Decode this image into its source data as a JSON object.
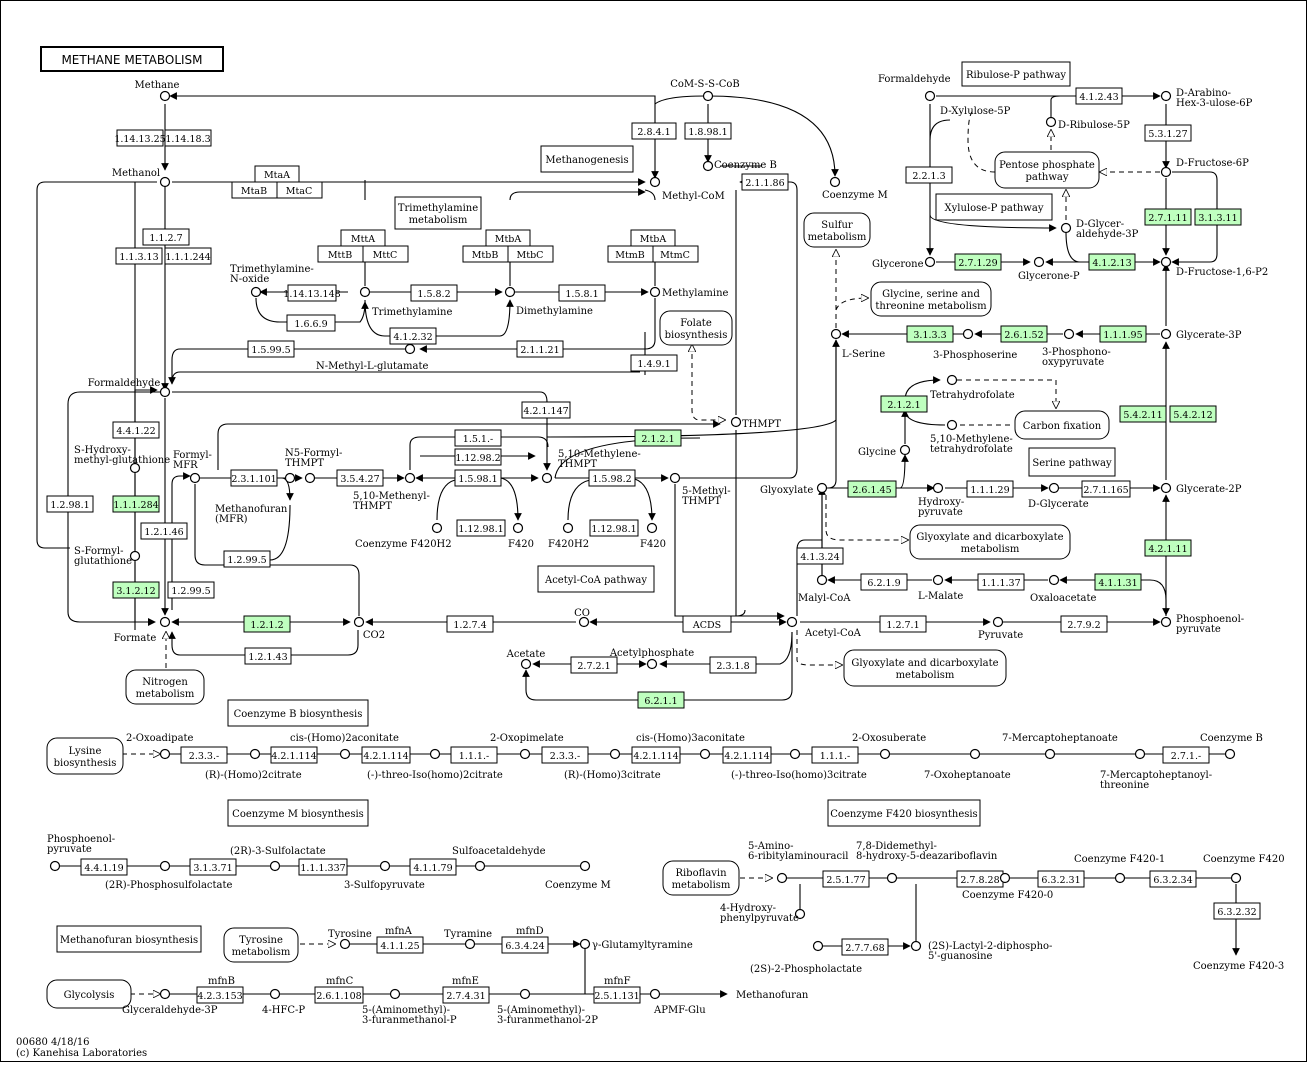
{
  "title": "METHANE METABOLISM",
  "footer": [
    "00680 4/18/16",
    "(c) Kanehisa Laboratories"
  ],
  "compounds": {
    "methane": "Methane",
    "methanol": "Methanol",
    "formaldehyde_l": "Formaldehyde",
    "formate": "Formate",
    "co2": "CO2",
    "com_s_s_cob": "CoM-S-S-CoB",
    "coenzyme_b": "Coenzyme B",
    "coenzyme_m": "Coenzyme M",
    "methyl_com": "Methyl-CoM",
    "trimethylamine_n_oxide": "Trimethylamine-N-oxide",
    "trimethylamine": "Trimethylamine",
    "dimethylamine": "Dimethylamine",
    "methylamine": "Methylamine",
    "n_methyl_l_glutamate": "N-Methyl-L-glutamate",
    "s_hydroxymethyl_glutathione": "S-Hydroxy-methyl-glutathione",
    "s_formyl_glutathione": "S-Formyl-glutathione",
    "formyl_mfr": "Formyl-MFR",
    "methanofuran_mfr": "Methanofuran (MFR)",
    "n5_formyl_thmpt": "N5-Formyl-THMPT",
    "methenyl_thmpt": "5,10-Methenyl-THMPT",
    "methylene_thmpt": "5,10-Methylene-THMPT",
    "methyl_thmpt": "5-Methyl-THMPT",
    "thmpt": "THMPT",
    "coenzyme_f420h2": "Coenzyme F420H2",
    "f420_a": "F420",
    "f420h2": "F420H2",
    "f420_b": "F420",
    "co": "CO",
    "acetate": "Acetate",
    "acetylphosphate": "Acetylphosphate",
    "acetyl_coa": "Acetyl-CoA",
    "malyl_coa": "Malyl-CoA",
    "l_malate": "L-Malate",
    "oxaloacetate": "Oxaloacetate",
    "pyruvate": "Pyruvate",
    "phosphoenolpyruvate": "Phosphoenol-pyruvate",
    "glyoxylate": "Glyoxylate",
    "hydroxypyruvate": "Hydroxy-pyruvate",
    "d_glycerate": "D-Glycerate",
    "glycerate_2p": "Glycerate-2P",
    "glycerate_3p": "Glycerate-3P",
    "phosphohydroxypyruvate": "3-Phosphono-oxypyruvate",
    "phosphoserine": "3-Phosphoserine",
    "l_serine": "L-Serine",
    "glycine": "Glycine",
    "tetrahydrofolate": "Tetrahydrofolate",
    "methylene_thf": "5,10-Methylene-tetrahydrofolate",
    "formaldehyde_r": "Formaldehyde",
    "d_xylulose_5p": "D-Xylulose-5P",
    "d_ribulose_5p": "D-Ribulose-5P",
    "d_arabino_hex": "D-Arabino-Hex-3-ulose-6P",
    "d_fructose_6p": "D-Fructose-6P",
    "d_fructose_16p2": "D-Fructose-1,6-P2",
    "glycerone": "Glycerone",
    "glycerone_p": "Glycerone-P",
    "d_glyceraldehyde_3p": "D-Glycer-aldehyde-3P"
  },
  "enzymes": {
    "e1": "1.14.13.25",
    "e2": "1.14.18.3",
    "e3": "2.8.4.1",
    "e4": "1.8.98.1",
    "e5": "2.1.1.86",
    "e6": "1.1.2.7",
    "e7": "1.1.3.13",
    "e8": "1.1.1.244",
    "e9": "1.14.13.148",
    "e10": "1.5.8.2",
    "e11": "1.5.8.1",
    "e12": "1.6.6.9",
    "e13": "4.1.2.32",
    "e14": "1.5.99.5",
    "e15": "2.1.1.21",
    "e16": "1.4.9.1",
    "e17": "4.4.1.22",
    "e18": "1.1.1.284",
    "e19": "3.1.2.12",
    "e20": "1.2.98.1",
    "e21": "1.2.1.46",
    "e22": "1.2.99.5",
    "e23": "2.3.1.101",
    "e24": "1.2.99.5",
    "e25": "3.5.4.27",
    "e26": "4.2.1.147",
    "e27": "1.5.1.-",
    "e28": "1.12.98.2",
    "e29": "1.5.98.1",
    "e30": "1.5.98.2",
    "e31": "1.12.98.1",
    "e32": "1.12.98.1",
    "e33": "2.1.2.1",
    "e34": "1.2.1.2",
    "e35": "1.2.1.43",
    "e36": "1.2.7.4",
    "e37": "ACDS",
    "e38": "2.7.2.1",
    "e39": "2.3.1.8",
    "e40": "6.2.1.1",
    "e41": "1.2.7.1",
    "e42": "2.7.9.2",
    "e43": "4.1.3.24",
    "e44": "6.2.1.9",
    "e45": "1.1.1.37",
    "e46": "4.1.1.31",
    "e47": "4.2.1.11",
    "e48": "2.6.1.45",
    "e49": "1.1.1.29",
    "e50": "2.7.1.165",
    "e51": "5.4.2.11",
    "e52": "5.4.2.12",
    "e53": "3.1.3.3",
    "e54": "2.6.1.52",
    "e55": "1.1.1.95",
    "e56": "2.1.2.1",
    "e57": "4.1.2.43",
    "e58": "5.3.1.27",
    "e59": "2.2.1.3",
    "e60": "2.7.1.11",
    "e61": "3.1.3.11",
    "e62": "2.7.1.29",
    "e63": "4.1.2.13"
  },
  "subunits": {
    "mta1": "MtaA",
    "mta1b": "MtaB",
    "mta1c": "MtaC",
    "mtt1": "MttA",
    "mtt1b": "MttB",
    "mtt1c": "MttC",
    "mtb1": "MtbA",
    "mtb1b": "MtbB",
    "mtb1c": "MtbC",
    "mtm1": "MtbA",
    "mtm1b": "MtmB",
    "mtm1c": "MtmC"
  },
  "maps": {
    "methanogenesis": "Methanogenesis",
    "trimethylamine_metabolism": "Trimethylamine metabolism",
    "ribulose_p": "Ribulose-P pathway",
    "pentose_phosphate": "Pentose phosphate pathway",
    "xylulose_p": "Xylulose-P pathway",
    "sulfur": "Sulfur metabolism",
    "glycine_serine": "Glycine, serine and threonine metabolism",
    "folate": "Folate biosynthesis",
    "carbon_fixation": "Carbon fixation",
    "serine_pathway": "Serine pathway",
    "glyoxylate_1": "Glyoxylate and dicarboxylate metabolism",
    "acetyl_coa_pathway": "Acetyl-CoA pathway",
    "glyoxylate_2": "Glyoxylate and dicarboxylate metabolism",
    "nitrogen": "Nitrogen metabolism",
    "cob_biosynthesis": "Coenzyme B biosynthesis",
    "com_biosynthesis": "Coenzyme M biosynthesis",
    "f420_biosynthesis": "Coenzyme F420 biosynthesis",
    "methanofuran_biosynthesis": "Methanofuran biosynthesis",
    "lysine": "Lysine biosynthesis",
    "tyrosine": "Tyrosine metabolism",
    "glycolysis": "Glycolysis",
    "riboflavin": "Riboflavin metabolism"
  },
  "cob": {
    "c1": "2-Oxoadipate",
    "c2": "cis-(Homo)2aconitate",
    "c3": "2-Oxopimelate",
    "c4": "cis-(Homo)3aconitate",
    "c5": "2-Oxosuberate",
    "c6": "7-Mercaptoheptanoate",
    "c7": "Coenzyme B",
    "c8": "(R)-(Homo)2citrate",
    "c9": "(-)-threo-Iso(homo)2citrate",
    "c10": "(R)-(Homo)3citrate",
    "c11": "(-)-threo-Iso(homo)3citrate",
    "c12": "7-Oxoheptanoate",
    "c13": "7-Mercaptoheptanoyl-threonine",
    "e1": "2.3.3.-",
    "e2": "4.2.1.114",
    "e3": "4.2.1.114",
    "e4": "1.1.1.-",
    "e5": "2.3.3.-",
    "e6": "4.2.1.114",
    "e7": "4.2.1.114",
    "e8": "1.1.1.-",
    "e9": "2.7.1.-"
  },
  "com": {
    "c1": "Phosphoenol-pyruvate",
    "c2": "(2R)-3-Sulfolactate",
    "c3": "Sulfoacetaldehyde",
    "c4": "(2R)-Phosphosulfolactate",
    "c5": "3-Sulfopyruvate",
    "c6": "Coenzyme M",
    "e1": "4.4.1.19",
    "e2": "3.1.3.71",
    "e3": "1.1.1.337",
    "e4": "4.1.1.79"
  },
  "mfr": {
    "c1": "Tyrosine",
    "c2": "Tyramine",
    "c3": "γ-Glutamyltyramine",
    "c4": "Glyceraldehyde-3P",
    "c5": "4-HFC-P",
    "c6": "5-(Aminomethyl)-3-furanmethanol-P",
    "c7": "5-(Aminomethyl)-3-furanmethanol-2P",
    "c8": "APMF-Glu",
    "c9": "Methanofuran",
    "s1": "mfnA",
    "s2": "mfnD",
    "s3": "mfnB",
    "s4": "mfnC",
    "s5": "mfnE",
    "s6": "mfnF",
    "e1": "4.1.1.25",
    "e2": "6.3.4.24",
    "e3": "4.2.3.153",
    "e4": "2.6.1.108",
    "e5": "2.7.4.31",
    "e6": "2.5.1.131"
  },
  "f420": {
    "c1": "5-Amino-6-ribitylaminouracil",
    "c2": "7,8-Didemethyl-8-hydroxy-5-deazariboflavin",
    "c3": "Coenzyme F420-1",
    "c4": "Coenzyme F420",
    "c5": "4-Hydroxy-phenylpyruvate",
    "c6": "Coenzyme F420-0",
    "c7": "(2S)-Lactyl-2-diphospho-5'-guanosine",
    "c8": "(2S)-2-Phospholactate",
    "c9": "Coenzyme F420-3",
    "e1": "2.5.1.77",
    "e2": "2.7.8.28",
    "e3": "6.3.2.31",
    "e4": "6.3.2.34",
    "e5": "2.7.7.68",
    "e6": "6.3.2.32"
  },
  "colors": {
    "highlight": "#bfffbf",
    "line": "#000000",
    "background": "#ffffff"
  }
}
